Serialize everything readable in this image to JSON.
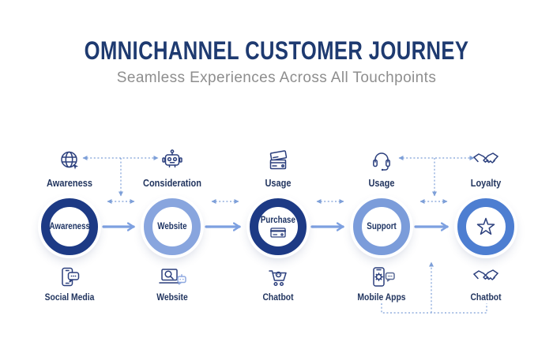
{
  "header": {
    "title": "OMNICHANNEL CUSTOMER JOURNEY",
    "subtitle": "Seamless Experiences Across All Touchpoints"
  },
  "stages": [
    {
      "top_icon": "globe-icon",
      "top_label": "Awareness",
      "circle_label": "Awareness",
      "ring_color": "#1d3a85",
      "bottom_icon": "smartphone-chat-icon",
      "bottom_label": "Social Media"
    },
    {
      "top_icon": "robot-icon",
      "top_label": "Consideration",
      "circle_label": "Website",
      "ring_color": "#88a5de",
      "bottom_icon": "laptop-search-icon",
      "bottom_label": "Website"
    },
    {
      "top_icon": "credit-card-icon",
      "top_label": "Usage",
      "circle_label": "Purchase",
      "circle_icon": "credit-card-icon",
      "ring_color": "#1d3a85",
      "bottom_icon": "shopping-cart-icon",
      "bottom_label": "Chatbot"
    },
    {
      "top_icon": "headset-icon",
      "top_label": "Usage",
      "circle_label": "Support",
      "ring_color": "#7b9cda",
      "bottom_icon": "mobile-gear-chat-icon",
      "bottom_label": "Mobile Apps"
    },
    {
      "top_icon": "handshake-icon",
      "top_label": "Loyalty",
      "circle_label": "",
      "circle_icon": "star-icon",
      "ring_color": "#4d7ed1",
      "bottom_icon": "handshake-icon",
      "bottom_label": "Chatbot"
    }
  ],
  "colors": {
    "title_navy": "#1e3a70",
    "subtitle_gray": "#8e8e8e",
    "ring_navy": "#1d3a85",
    "ring_periwinkle": "#88a5de",
    "ring_blue": "#4d7ed1",
    "solid_arrow_blue": "#7da0e0",
    "dashed_line_blue": "#7d9fd8",
    "icon_navy": "#2b3f7d",
    "icon_light_blue": "#8fa9e0"
  }
}
